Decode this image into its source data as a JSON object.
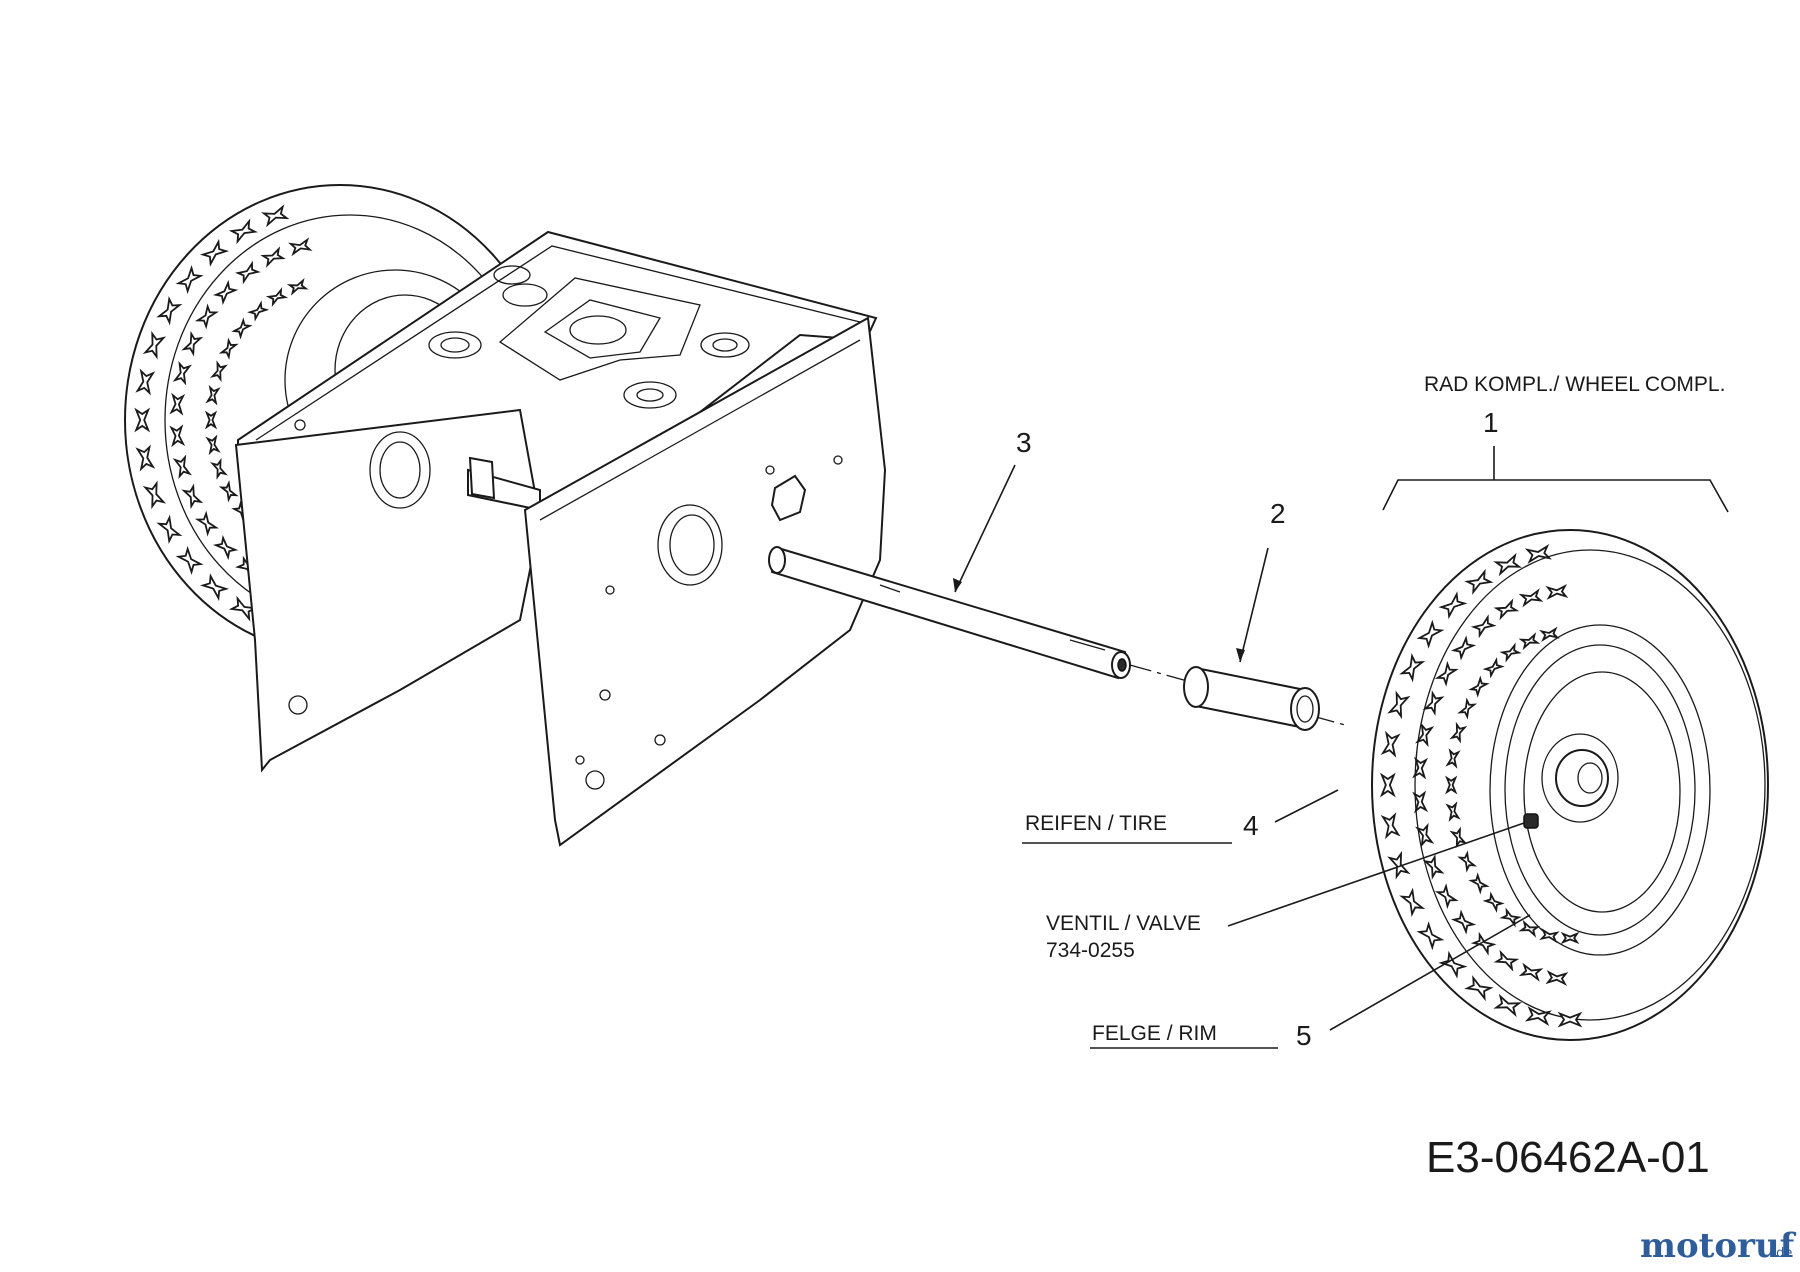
{
  "labels": {
    "assembly_1": "RAD KOMPL./ WHEEL COMPL.",
    "part_1": "1",
    "part_2": "2",
    "part_3": "3",
    "part_4": "4",
    "part_5": "5",
    "tire": "REIFEN / TIRE",
    "valve": "VENTIL / VALVE",
    "valve_number": "734-0255",
    "rim": "FELGE / RIM"
  },
  "drawing_code": "E3-06462A-01",
  "watermark": {
    "text_a": "motoruf",
    "text_b": ".de",
    "color_a": "#2e5d9a",
    "color_b": "#d4a21a"
  }
}
